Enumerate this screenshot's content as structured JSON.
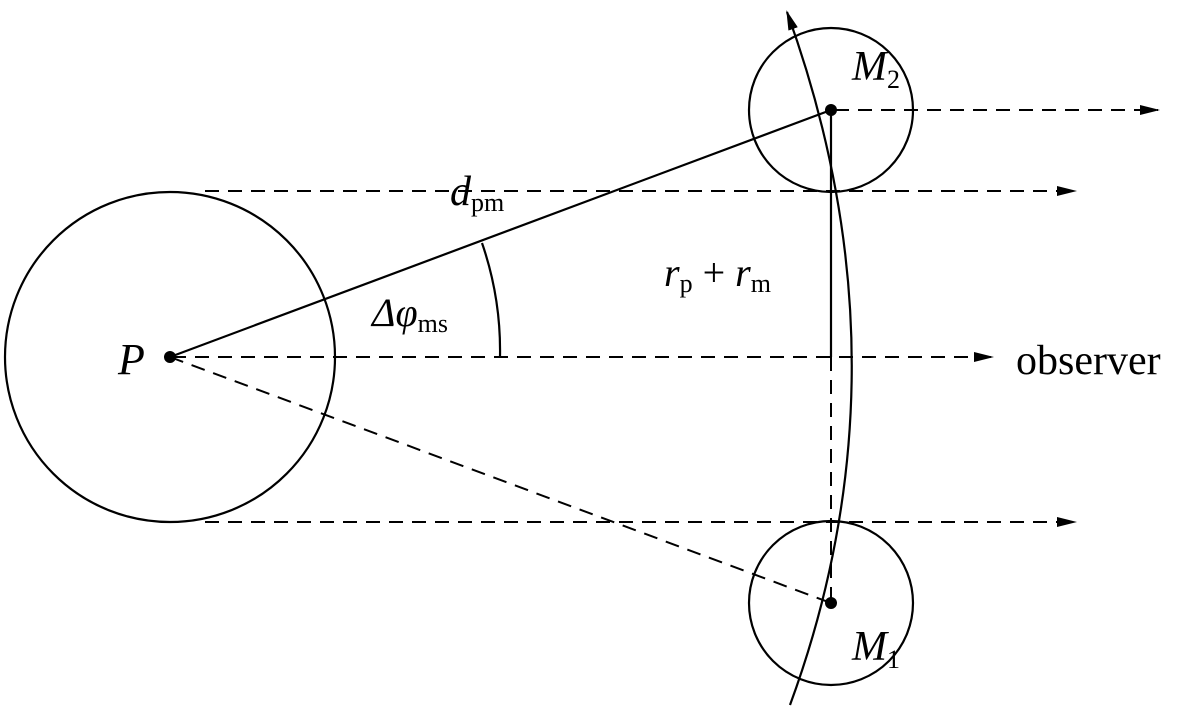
{
  "labels": {
    "planet": "P",
    "moon_top_main": "M",
    "moon_top_sub": "2",
    "moon_bottom_main": "M",
    "moon_bottom_sub": "1",
    "distance_main": "d",
    "distance_sub": "pm",
    "angle_main": "Δφ",
    "angle_sub": "ms",
    "radius_sum_r1": "r",
    "radius_sum_sub1": "p",
    "radius_sum_plus": " + ",
    "radius_sum_r2": "r",
    "radius_sum_sub2": "m",
    "observer": "observer"
  },
  "colors": {
    "ink": "#000000",
    "background": "#ffffff"
  }
}
